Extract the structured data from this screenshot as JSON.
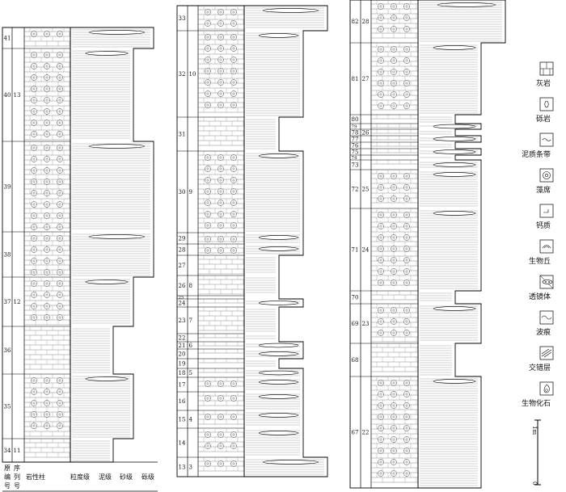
{
  "header": {
    "original_number_1": "原",
    "original_number_2": "编",
    "original_number_3": "号",
    "sequence_number_1": "序",
    "sequence_number_2": "列",
    "sequence_number_3": "号",
    "lithology_column": "岩性柱",
    "grain_size_grade": "粒度级",
    "mud_grade": "泥级",
    "sand_grade": "砂级",
    "gravel_grade": "砾级"
  },
  "scale_bar": {
    "top_label": "1m",
    "bottom_label": "0"
  },
  "legend": [
    {
      "icon": "limestone-icon",
      "label": "灰岩"
    },
    {
      "icon": "breccia-icon",
      "label": "砾岩"
    },
    {
      "icon": "argillaceous-band-icon",
      "label": "泥质条带"
    },
    {
      "icon": "algal-mat-icon",
      "label": "藻席"
    },
    {
      "icon": "calcareous-icon",
      "label": "钙质"
    },
    {
      "icon": "bioherm-icon",
      "label": "生物丘"
    },
    {
      "icon": "lens-icon",
      "label": "透镜体"
    },
    {
      "icon": "ripple-mark-icon",
      "label": "波痕"
    },
    {
      "icon": "cross-bedding-icon",
      "label": "交错层"
    },
    {
      "icon": "fossil-icon",
      "label": "生物化石"
    }
  ],
  "columns": [
    {
      "beds": [
        {
          "orig": "34",
          "seq": "11",
          "grain": "mud"
        },
        {
          "orig": "35",
          "seq": "",
          "grain": "sand"
        },
        {
          "orig": "36",
          "seq": "",
          "grain": "mud"
        },
        {
          "orig": "37",
          "seq": "12",
          "grain": "sand"
        },
        {
          "orig": "38",
          "seq": "",
          "grain": "gravel"
        },
        {
          "orig": "39",
          "seq": "",
          "grain": "gravel"
        },
        {
          "orig": "40",
          "seq": "13",
          "grain": "sand"
        },
        {
          "orig": "41",
          "seq": "",
          "grain": "gravel"
        }
      ]
    },
    {
      "beds": [
        {
          "orig": "13",
          "seq": "3",
          "grain": "gravel"
        },
        {
          "orig": "14",
          "seq": "",
          "grain": "sand"
        },
        {
          "orig": "15",
          "seq": "4",
          "grain": "sand"
        },
        {
          "orig": "16",
          "seq": "",
          "grain": "sand"
        },
        {
          "orig": "17",
          "seq": "",
          "grain": "sand"
        },
        {
          "orig": "18",
          "seq": "5",
          "grain": "sand"
        },
        {
          "orig": "19",
          "seq": "",
          "grain": "mud"
        },
        {
          "orig": "20",
          "seq": "",
          "grain": "sand"
        },
        {
          "orig": "21",
          "seq": "6",
          "grain": "sand"
        },
        {
          "orig": "22",
          "seq": "",
          "grain": "mud"
        },
        {
          "orig": "23",
          "seq": "7",
          "grain": "mud"
        },
        {
          "orig": "24",
          "seq": "",
          "grain": "sand"
        },
        {
          "orig": "25",
          "seq": "",
          "grain": "mud"
        },
        {
          "orig": "26",
          "seq": "8",
          "grain": "mud"
        },
        {
          "orig": "27",
          "seq": "",
          "grain": "mud"
        },
        {
          "orig": "28",
          "seq": "",
          "grain": "sand"
        },
        {
          "orig": "29",
          "seq": "",
          "grain": "sand"
        },
        {
          "orig": "30",
          "seq": "9",
          "grain": "sand"
        },
        {
          "orig": "31",
          "seq": "",
          "grain": "mud"
        },
        {
          "orig": "32",
          "seq": "10",
          "grain": "sand"
        },
        {
          "orig": "33",
          "seq": "",
          "grain": "gravel"
        }
      ]
    },
    {
      "beds": [
        {
          "orig": "67",
          "seq": "22",
          "grain": "sand"
        },
        {
          "orig": "68",
          "seq": "",
          "grain": "mud"
        },
        {
          "orig": "69",
          "seq": "23",
          "grain": "sand"
        },
        {
          "orig": "70",
          "seq": "",
          "grain": "mud"
        },
        {
          "orig": "71",
          "seq": "24",
          "grain": "sand"
        },
        {
          "orig": "72",
          "seq": "25",
          "grain": "sand"
        },
        {
          "orig": "73",
          "seq": "",
          "grain": "sand"
        },
        {
          "orig": "74",
          "seq": "",
          "grain": "mud"
        },
        {
          "orig": "75",
          "seq": "",
          "grain": "sand"
        },
        {
          "orig": "76",
          "seq": "",
          "grain": "mud"
        },
        {
          "orig": "77",
          "seq": "",
          "grain": "sand"
        },
        {
          "orig": "78",
          "seq": "26",
          "grain": "mud"
        },
        {
          "orig": "79",
          "seq": "",
          "grain": "sand"
        },
        {
          "orig": "80",
          "seq": "",
          "grain": "mud"
        },
        {
          "orig": "81",
          "seq": "27",
          "grain": "sand"
        },
        {
          "orig": "82",
          "seq": "28",
          "grain": "gravel"
        }
      ]
    }
  ]
}
